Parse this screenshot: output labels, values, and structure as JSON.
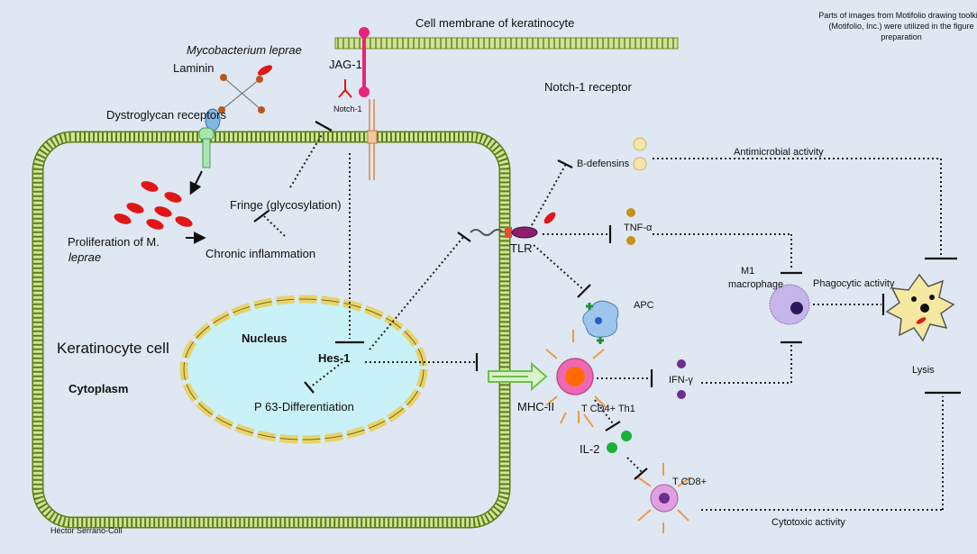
{
  "credit_note": [
    "Parts of images from Motifolio drawing toolkits",
    "(Motifolio, Inc.) were utilized in the figure",
    "preparation"
  ],
  "labels": {
    "cell_membrane": "Cell membrane of keratinocyte",
    "mycobacterium": "Mycobacterium leprae",
    "laminin": "Laminin",
    "dystroglycan": "Dystroglycan receptors",
    "jag1": "JAG-1",
    "notch1_small": "Notch-1",
    "notch1_receptor": "Notch-1 receptor",
    "fringe": "Fringe (glycosylation)",
    "proliferation_line1": "Proliferation of M.",
    "proliferation_line2": "leprae",
    "chronic_inflammation": "Chronic inflammation",
    "nucleus": "Nucleus",
    "keratinocyte_cell": "Keratinocyte cell",
    "cytoplasm": "Cytoplasm",
    "hes1": "Hes-1",
    "p63": "P 63-Differentiation",
    "b_defensins": "B-defensins",
    "antimicrobial": "Antimicrobial activity",
    "tlr": "TLR",
    "tnf": "TNF-α",
    "m1_line1": "M1",
    "m1_line2": "macrophage",
    "phagocytic": "Phagocytic  activity",
    "apc": "APC",
    "lysis": "Lysis",
    "ifn": "IFN-γ",
    "mhc": "MHC-II",
    "th1": "T CD4+ Th1",
    "il2": "IL-2",
    "cd8": "T CD8+",
    "cytotoxic": "Cytotoxic activity",
    "author": "Héctor Serrano-Coll"
  },
  "colors": {
    "background": "#dfe7f2",
    "membrane": "#9fbf3a",
    "bacteria": "#e01616",
    "notch_receptor": "#e8247a",
    "nucleus_fill": "#c9f1f8",
    "nucleus_border": "#e8d36a",
    "defensin": "#f5e6a8",
    "tnf": "#c69214",
    "ifn": "#6b2f8f",
    "il2": "#18b13a",
    "th1_cell": "#f067b4",
    "th1_core": "#ff6a00",
    "cd8_cell": "#e0a0e0",
    "tcell_arms": "#ef9a4a",
    "apc_cell": "#9ec5ec",
    "mhc_arrow": "#6cc04a"
  }
}
